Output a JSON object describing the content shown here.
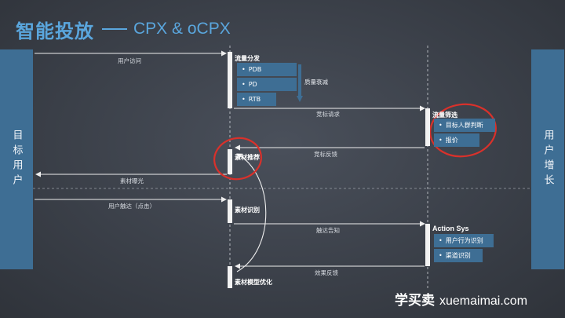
{
  "title": {
    "main": "智能投放",
    "sub": "CPX & oCPX"
  },
  "actors": {
    "left": "目标用户",
    "right": "用户增长"
  },
  "boxes": {
    "traffic_distribution": {
      "title": "流量分发",
      "items": [
        "PDB",
        "PD",
        "RTB"
      ]
    },
    "traffic_filter": {
      "title": "流量筛选",
      "items": [
        "目标人群判断",
        "报价"
      ]
    },
    "creative_recommend": {
      "title": "素材推荐"
    },
    "creative_identify": {
      "title": "素材识别"
    },
    "action_sys": {
      "title": "Action Sys",
      "items": [
        "用户行为识别",
        "渠道识别"
      ]
    },
    "model_optimize": {
      "title": "素材模型优化"
    }
  },
  "decay_label": "质量衰减",
  "messages": {
    "user_visit": "用户访问",
    "bid_request": "竞标请求",
    "bid_feedback": "竞标反馈",
    "creative_exposure": "素材曝光",
    "user_touch": "用户触达（点击）",
    "touch_notify": "触达告知",
    "effect_feedback": "效果反馈"
  },
  "colors": {
    "accent_blue": "#5aa6dd",
    "bar_blue": "#3e6e94",
    "highlight_red": "#d9312b"
  },
  "watermark": {
    "cn": "学买卖",
    "en": "xuemaimai.com"
  }
}
